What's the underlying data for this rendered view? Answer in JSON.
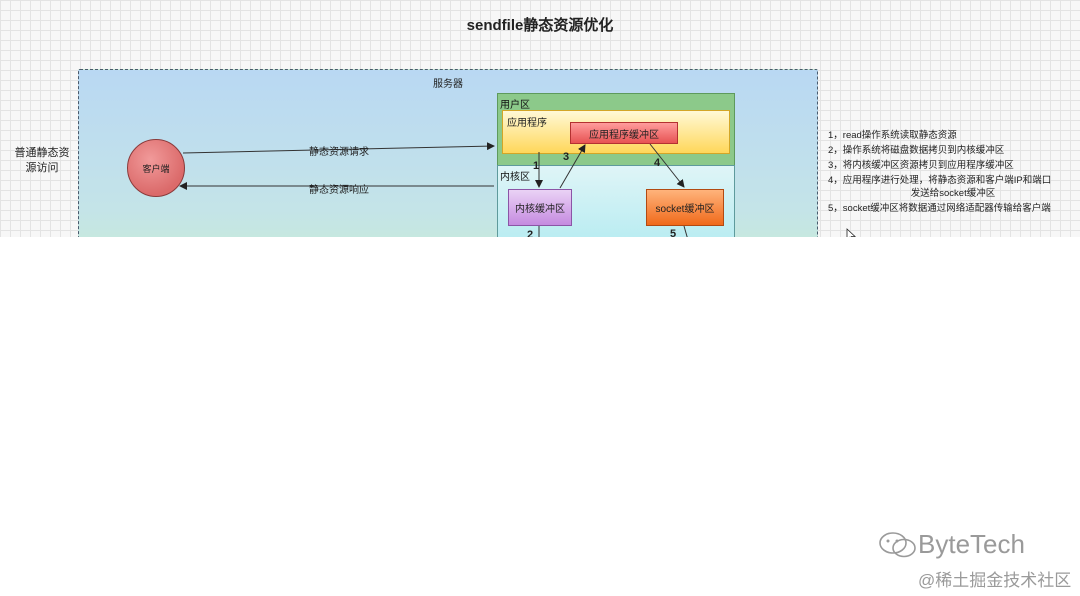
{
  "title": "sendfile静态资源优化",
  "side_label": "普通静态资源访问",
  "server_label": "服务器",
  "user_zone_label": "用户区",
  "app_label": "应用程序",
  "app_buffer_label": "应用程序缓冲区",
  "kernel_zone_label": "内核区",
  "kernel_buffer_label": "内核缓冲区",
  "socket_buffer_label": "socket缓冲区",
  "client_label": "客户端",
  "request_label": "静态资源请求",
  "response_label": "静态资源响应",
  "arrow_numbers": [
    "1",
    "2",
    "3",
    "4",
    "5"
  ],
  "steps": [
    "1，read操作系统读取静态资源",
    "2，操作系统将磁盘数据拷贝到内核缓冲区",
    "3，将内核缓冲区资源拷贝到应用程序缓冲区",
    "4，应用程序进行处理，将静态资源和客户端IP和端口",
    "发送给socket缓冲区",
    "5，socket缓冲区将数据通过网络适配器传输给客户端"
  ],
  "watermark": {
    "brand": "ByteTech",
    "text": "@稀土掘金技术社区"
  },
  "colors": {
    "server_dashed_border": "#4a5b6d",
    "user_zone": "#8cc98a",
    "app_box": "#ffd75a",
    "app_buffer": "#e75353",
    "kernel_buffer": "#c58be0",
    "socket_buffer": "#f06a1b",
    "client": "#db6a6a"
  }
}
